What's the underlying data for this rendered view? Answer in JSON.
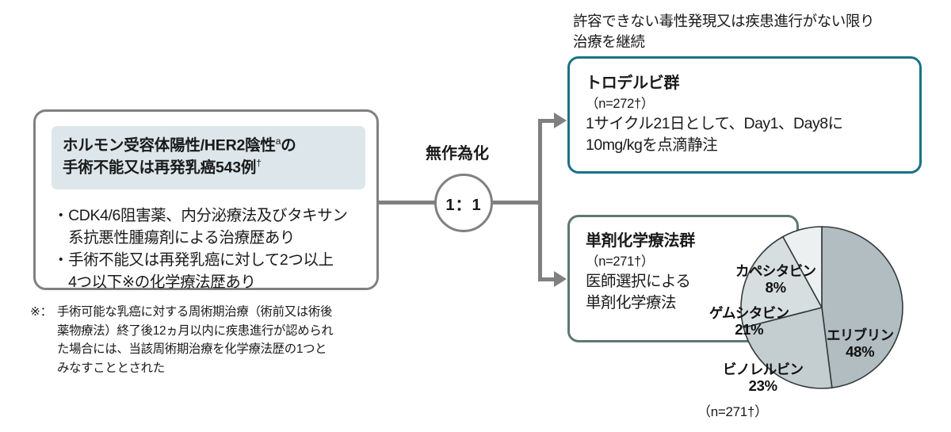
{
  "eligibility": {
    "header_line1": "ホルモン受容体陽性/HER2陰性",
    "header_sup": "a",
    "header_line1_tail": "の",
    "header_line2": "手術不能又は再発乳癌543例",
    "header_line2_sup": "†",
    "criteria": [
      "・CDK4/6阻害薬、内分泌療法及びタキサン\n　系抗悪性腫瘍剤による治療歴あり",
      "・手術不能又は再発乳癌に対して2つ以上\n　4つ以下※の化学療法歴あり"
    ]
  },
  "footnote": {
    "marker": "※：",
    "text": "手術可能な乳癌に対する周術期治療（術前又は術後\n薬物療法）終了後12ヵ月以内に疾患進行が認められ\nた場合には、当該周術期治療を化学療法歴の1つと\nみなすこととされた"
  },
  "randomization": {
    "label": "無作為化",
    "ratio": "1：1"
  },
  "continuation_note": "許容できない毒性発現又は疾患進行がない限り\n治療を継続",
  "arms": [
    {
      "title": "トロデルビ群",
      "n": "（n=272†）",
      "description": "1サイクル21日として、Day1、Day8に\n10mg/kgを点滴静注"
    },
    {
      "title": "単剤化学療法群",
      "n": "（n=271†）",
      "description": "医師選択による\n単剤化学療法"
    }
  ],
  "chart_data": {
    "type": "pie",
    "title": "",
    "n_label": "（n=271†）",
    "categories": [
      "エリブリン",
      "ビノレルビン",
      "ゲムシタビン",
      "カペシタビン"
    ],
    "values": [
      48,
      23,
      21,
      8
    ],
    "value_labels": [
      "48%",
      "23%",
      "21%",
      "8%"
    ],
    "unit": "%",
    "start_angle_deg": 0,
    "direction": "clockwise",
    "colors": [
      "#b1bdc1",
      "#c4cdd0",
      "#d7dedf",
      "#edf0f0"
    ],
    "slice_border": "#333b3d",
    "legend": "inline-labels"
  },
  "colors": {
    "eligibility_border": "#808080",
    "eligibility_header_bg": "#dde6ea",
    "trodelvy_border": "#1a7186",
    "chemo_border": "#5d7873",
    "connector": "#808080"
  }
}
